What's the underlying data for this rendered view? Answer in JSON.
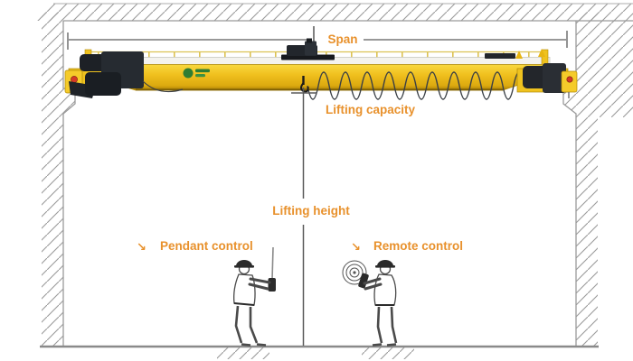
{
  "diagram": {
    "annotations": {
      "span": "Span",
      "lifting_capacity": "Lifting capacity",
      "lifting_height": "Lifting height",
      "pendant_control": "Pendant control",
      "remote_control": "Remote control"
    },
    "icons": {
      "pendant_arrow": "↘",
      "remote_arrow": "↘"
    },
    "colors": {
      "annotation_orange": "#E8912C",
      "crane_yellow": "#F0C01E",
      "crane_yellow_dark": "#C6930A",
      "machinery_dark": "#23262B",
      "hatch_gray": "#9A9A9A",
      "logo_green": "#2F7D33",
      "stop_button_red": "#D43A26"
    }
  }
}
